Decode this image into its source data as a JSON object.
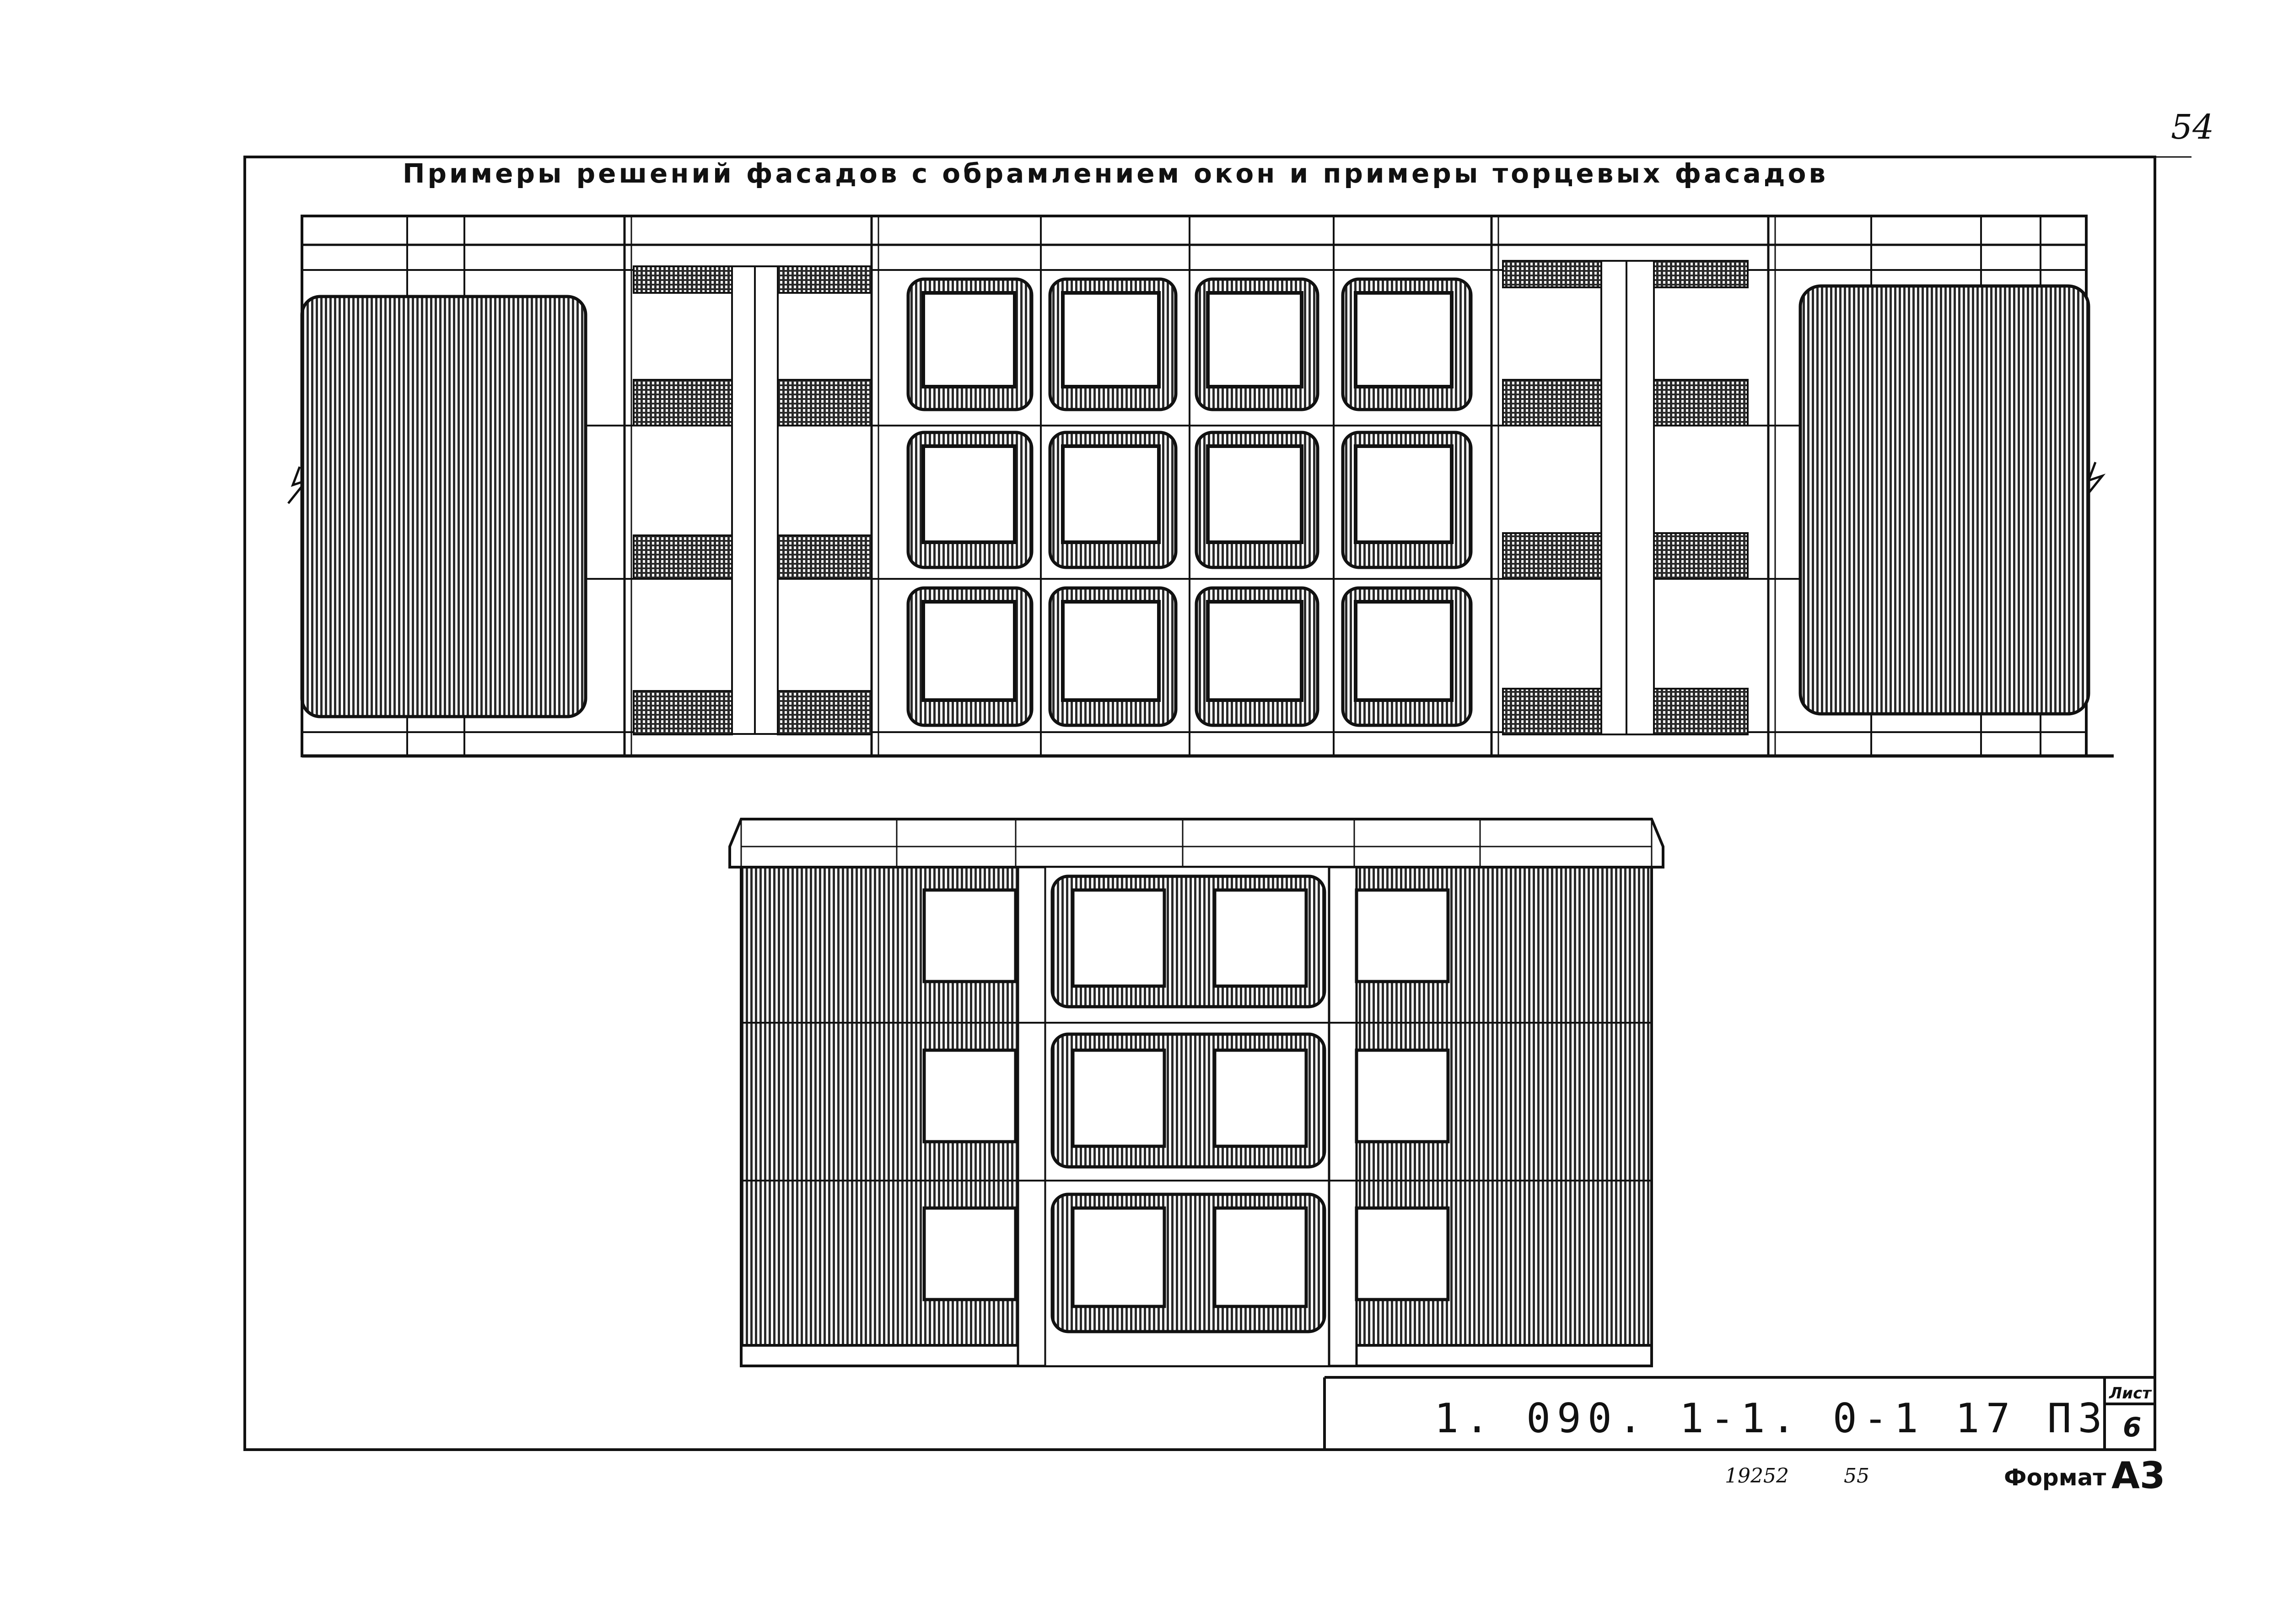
{
  "sheet": {
    "title": "Примеры решений фасадов с обрамлением окон и примеры торцевых фасадов",
    "sheet_number": "54",
    "doc_code": "1. 090. 1-1. 0-1 17 ПЗ",
    "sheet_label": "Лист",
    "sheet_value": "6",
    "archive_number": "19252",
    "page_number": "55",
    "format_label": "Формат",
    "format_value": "А3"
  },
  "colors": {
    "line": "#111111",
    "hatch": "#222222",
    "paper": "#ffffff"
  }
}
